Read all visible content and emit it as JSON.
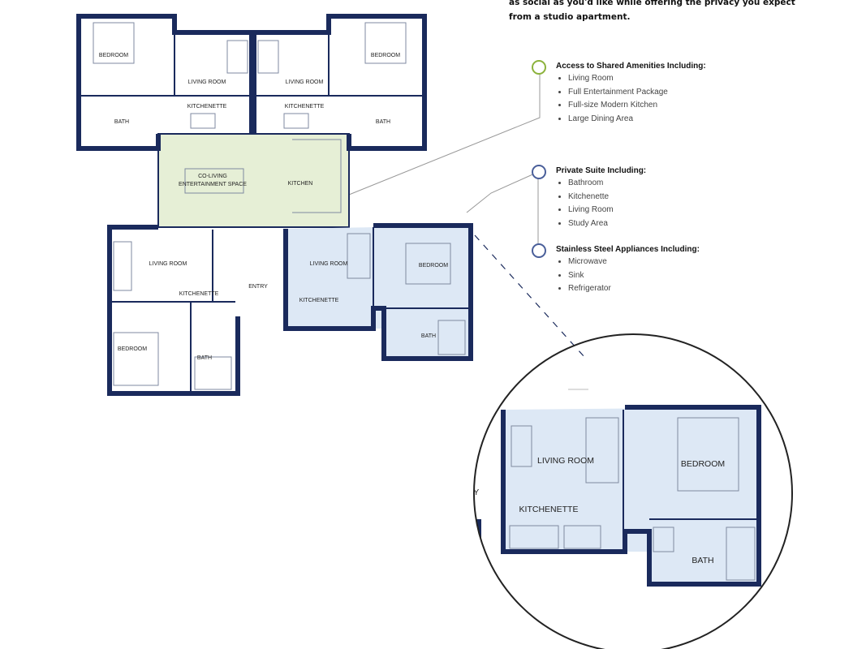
{
  "intro": {
    "line1": "as social as you'd like while offering the privacy you expect",
    "line2": "from a studio apartment."
  },
  "features": [
    {
      "icon": "shared-amenities-icon",
      "color": "#8cb23c",
      "title": "Access to Shared Amenities Including:",
      "items": [
        "Living Room",
        "Full Entertainment Package",
        "Full-size Modern Kitchen",
        "Large Dining Area"
      ]
    },
    {
      "icon": "lock-icon",
      "color": "#4a5f9a",
      "title": "Private Suite Including:",
      "items": [
        "Bathroom",
        "Kitchenette",
        "Living Room",
        "Study Area"
      ]
    },
    {
      "icon": "refrigerator-icon",
      "color": "#4a5f9a",
      "title": "Stainless Steel Appliances Including:",
      "items": [
        "Microwave",
        "Sink",
        "Refrigerator"
      ]
    }
  ],
  "colors": {
    "wall": "#1a2a5c",
    "shared": "#e6efd6",
    "private": "#dde8f5"
  },
  "rooms": {
    "bedroom": "BEDROOM",
    "living_room": "LIVING ROOM",
    "kitchenette": "KITCHENETTE",
    "bath": "BATH",
    "coliving1": "CO-LIVING",
    "coliving2": "ENTERTAINMENT SPACE",
    "kitchen": "KITCHEN",
    "entry": "ENTRY",
    "entry_partial": "RY"
  }
}
